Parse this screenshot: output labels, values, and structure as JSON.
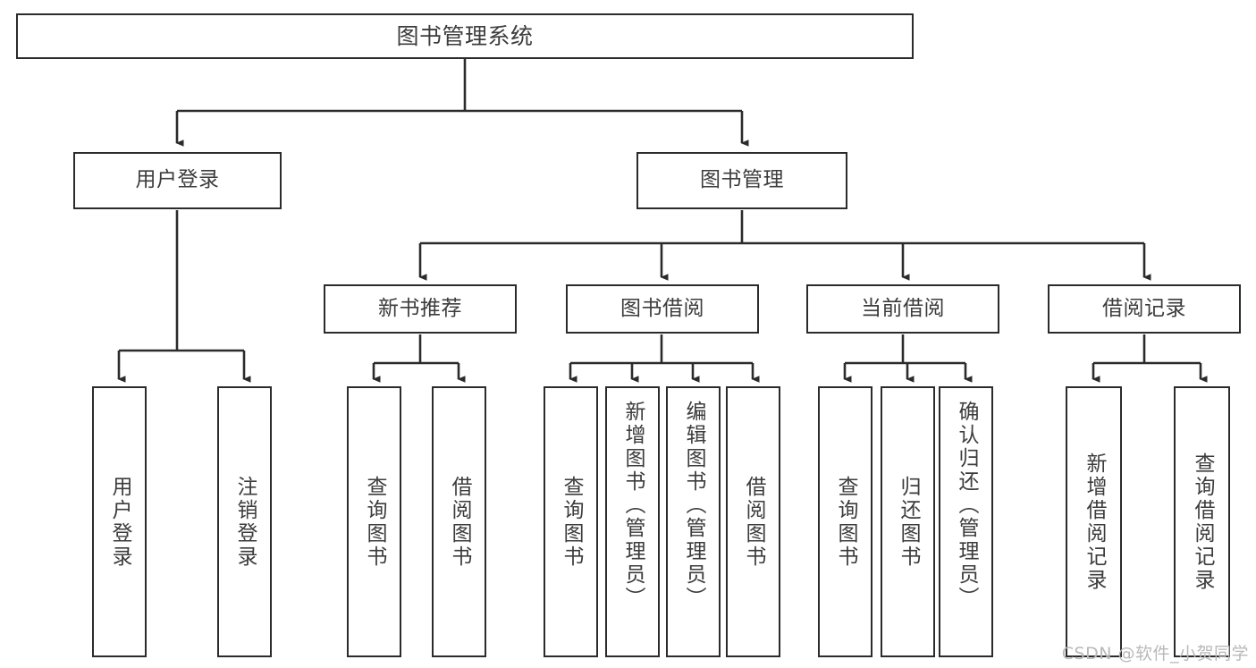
{
  "diagram": {
    "title": "图书管理系统",
    "type": "tree",
    "orientation": "top-down",
    "colors": {
      "stroke": "#2b2b2b",
      "fill": "#ffffff",
      "text": "#3c3c3c",
      "background": "#ffffff",
      "watermark": "#b9b9b9"
    },
    "root": {
      "label": "图书管理系统"
    },
    "level2": [
      {
        "label": "用户登录"
      },
      {
        "label": "图书管理"
      }
    ],
    "level3": [
      {
        "label": "新书推荐"
      },
      {
        "label": "图书借阅"
      },
      {
        "label": "当前借阅"
      },
      {
        "label": "借阅记录"
      }
    ],
    "leaves": {
      "user_login": [
        {
          "label": "用户登录"
        },
        {
          "label": "注销登录"
        }
      ],
      "new_book_recommend": [
        {
          "label": "查询图书"
        },
        {
          "label": "借阅图书"
        }
      ],
      "book_borrow": [
        {
          "label": "查询图书"
        },
        {
          "label": "新增图书（管理员）"
        },
        {
          "label": "编辑图书（管理员）"
        },
        {
          "label": "借阅图书"
        }
      ],
      "current_borrow": [
        {
          "label": "查询图书"
        },
        {
          "label": "归还图书"
        },
        {
          "label": "确认归还（管理员）"
        }
      ],
      "borrow_record": [
        {
          "label": "新增借阅记录"
        },
        {
          "label": "查询借阅记录"
        }
      ]
    }
  },
  "watermark": {
    "text": "CSDN @软件_小贺同学"
  }
}
